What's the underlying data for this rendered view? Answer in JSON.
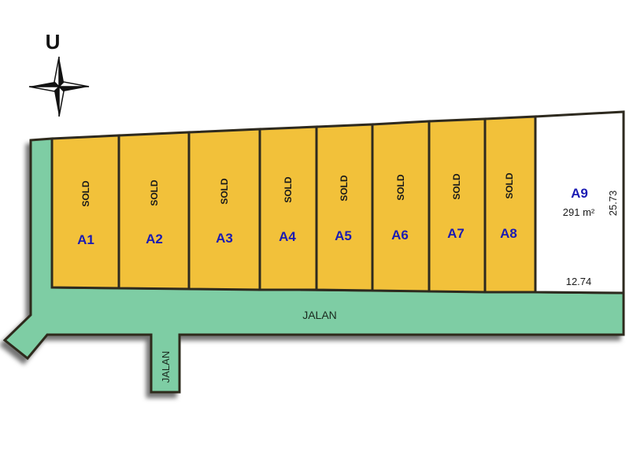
{
  "compass": {
    "label": "U",
    "icon": "compass-rose-icon"
  },
  "colors": {
    "sold_lot": "#F2C13A",
    "available_lot": "#FFFFFF",
    "road": "#7ECDA4",
    "outline": "#2E2A1F",
    "lot_id": "#1B1BB3",
    "shadow": "#555555"
  },
  "lots": [
    {
      "id": "A1",
      "status": "SOLD"
    },
    {
      "id": "A2",
      "status": "SOLD"
    },
    {
      "id": "A3",
      "status": "SOLD"
    },
    {
      "id": "A4",
      "status": "SOLD"
    },
    {
      "id": "A5",
      "status": "SOLD"
    },
    {
      "id": "A6",
      "status": "SOLD"
    },
    {
      "id": "A7",
      "status": "SOLD"
    },
    {
      "id": "A8",
      "status": "SOLD"
    },
    {
      "id": "A9",
      "status": "",
      "area": "291 m²",
      "depth": "25.73",
      "width": "12.74"
    }
  ],
  "roads": {
    "main_label": "JALAN",
    "branch_label": "JALAN"
  }
}
